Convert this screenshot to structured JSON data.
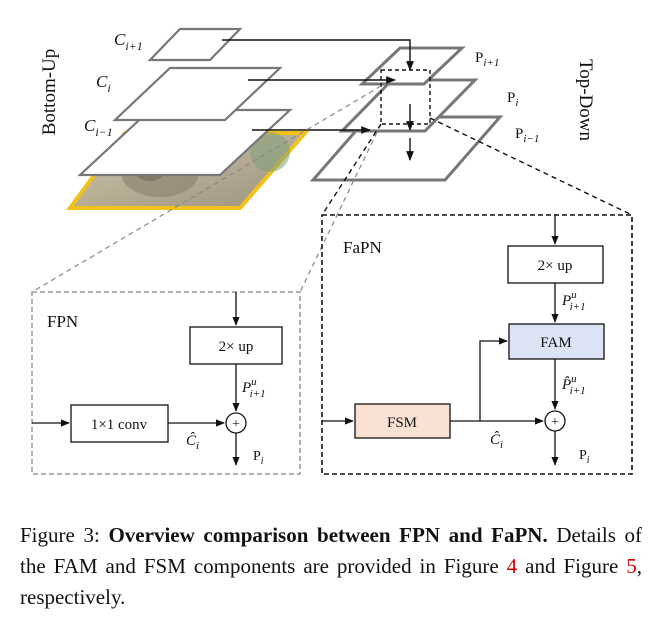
{
  "diagram": {
    "side_labels": {
      "left": "Bottom-Up",
      "right": "Top-Down"
    },
    "pyramid": {
      "c_labels": [
        {
          "base": "C",
          "sub": "i+1"
        },
        {
          "base": "C",
          "sub": "i"
        },
        {
          "base": "C",
          "sub": "i−1"
        }
      ],
      "p_labels": [
        {
          "base": "P",
          "sub": "i+1"
        },
        {
          "base": "P",
          "sub": "i"
        },
        {
          "base": "P",
          "sub": "i−1"
        }
      ],
      "photo_description_hidden": ""
    },
    "fpn": {
      "title": "FPN",
      "up_block": "2× up",
      "conv_block": "1×1 conv",
      "pu_label": {
        "base": "P",
        "sup": "u",
        "sub": "i+1"
      },
      "chat_label": {
        "base": "Ĉ",
        "sub": "i"
      },
      "plus": "+",
      "out_label": {
        "base": "P",
        "sub": "i"
      }
    },
    "fapn": {
      "title": "FaPN",
      "up_block": "2× up",
      "fam_block": "FAM",
      "fsm_block": "FSM",
      "pu_label": {
        "base": "P",
        "sup": "u",
        "sub": "i+1"
      },
      "phat_label": {
        "base": "P̂",
        "sup": "u",
        "sub": "i+1"
      },
      "chat_label": {
        "base": "Ĉ",
        "sub": "i"
      },
      "plus": "+",
      "out_label": {
        "base": "P",
        "sub": "i"
      }
    },
    "colors": {
      "fam_fill": "#dce3f4",
      "fsm_fill": "#f8e1d2",
      "plane_stroke": "#777777",
      "photo_border": "#f2c21b"
    }
  },
  "caption": {
    "figure_label": "Figure 3: ",
    "bold_title": "Overview comparison between FPN and FaPN",
    "period": ".",
    "text_1": " Details of the FAM and FSM components are provided in Figure ",
    "ref_1": "4",
    "text_2": " and Figure ",
    "ref_2": "5",
    "text_3": ", respectively."
  }
}
